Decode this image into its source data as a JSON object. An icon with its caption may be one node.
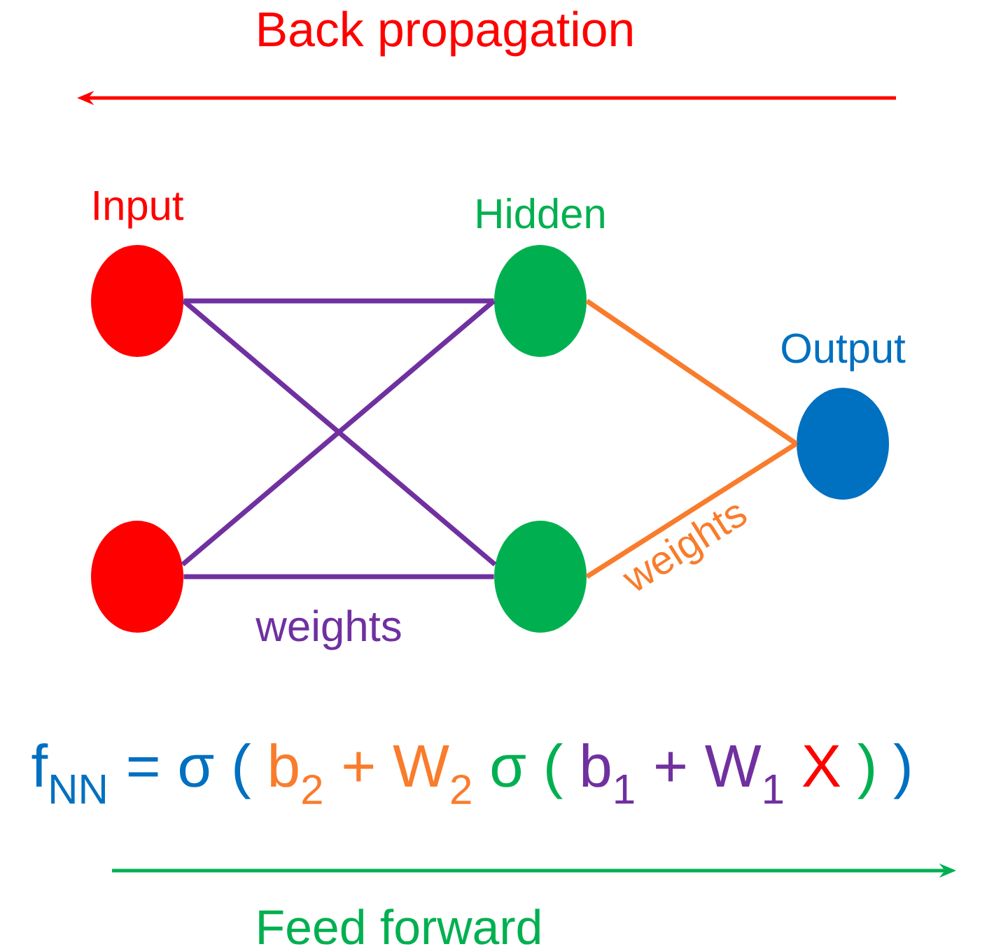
{
  "diagram": {
    "nodes": [
      {
        "text": [
          "Input"
        ]
      },
      {
        "text": [],
        "shape": "circle"
      },
      {
        "text": [
          "Hidden"
        ]
      },
      {
        "text": [],
        "shape": "circle"
      },
      {
        "text": [
          "Output"
        ]
      }
    ],
    "edges": [
      {
        "from": 0,
        "to": 2,
        "arrow": "none"
      },
      {
        "from": 0,
        "to": 3,
        "arrow": "none"
      },
      {
        "from": 1,
        "to": 2,
        "arrow": "none"
      },
      {
        "from": 1,
        "to": 3,
        "arrow": "none"
      },
      {
        "from": 2,
        "to": 4,
        "arrow": "none",
        "color": "#f97c2c"
      },
      {
        "from": 3,
        "to": 4,
        "arrow": "none",
        "color": "#f97c2c",
        "label": "weights"
      }
    ],
    "labels": [
      "Back propagation",
      "weights",
      "f$_{NN}$ = σ (",
      "b$_{2}$ + W$_{2}$",
      "σ (",
      "b$_{1}$ + W$_{1}$",
      "X",
      ")",
      ")",
      "Feed forward"
    ]
  }
}
